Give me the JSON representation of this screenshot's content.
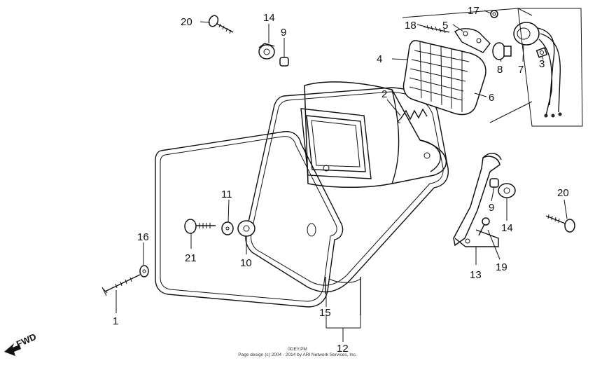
{
  "labels": {
    "l1": "1",
    "l2": "2",
    "l3": "3",
    "l4": "4",
    "l5": "5",
    "l6": "6",
    "l7": "7",
    "l8": "8",
    "l9a": "9",
    "l9b": "9",
    "l10": "10",
    "l11": "11",
    "l12": "12",
    "l13": "13",
    "l14a": "14",
    "l14b": "14",
    "l15": "15",
    "l16": "16",
    "l17": "17",
    "l18": "18",
    "l19": "19",
    "l20a": "20",
    "l20b": "20",
    "l21": "21"
  },
  "fwd_label": "FWD",
  "footer": {
    "line1": "0DEY.PM",
    "line2": "Page design (c) 2004 - 2014 by ARI Network Services, Inc."
  }
}
